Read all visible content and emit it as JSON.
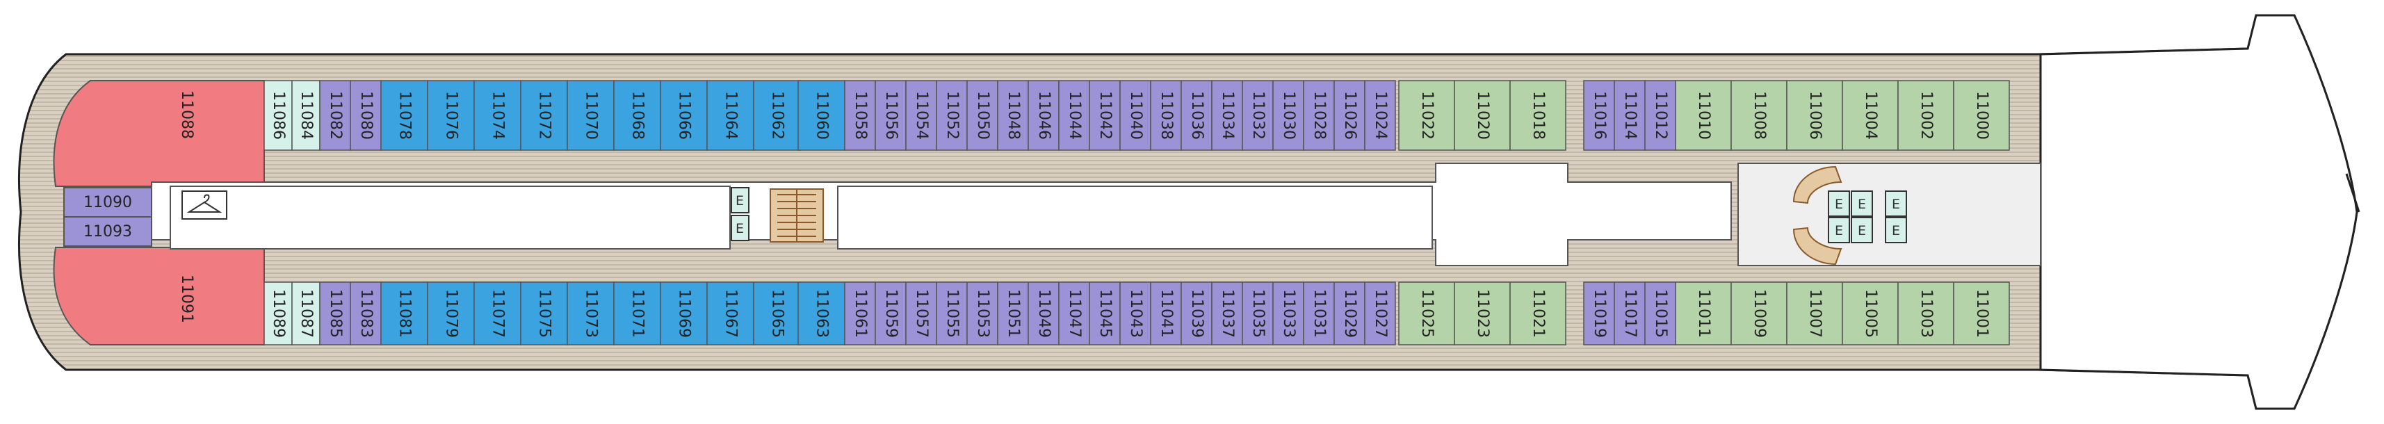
{
  "colors": {
    "cabin_red": "#F07C82",
    "cabin_purple": "#9B93D6",
    "cabin_blue": "#3AA3E0",
    "cabin_green": "#B5D3A8",
    "cabin_teal": "#D6F0EA",
    "deck_wood": "#D9D0C2",
    "corridor": "#FFFFFF",
    "outline": "#333333",
    "structure": "#EFEFEF"
  },
  "icons": [
    "hanger-icon",
    "elevator-icon",
    "staircase-icon",
    "spiral-staircase-icon"
  ],
  "deck": {
    "side_cabins": [
      "11090",
      "11093"
    ],
    "elevator_label": "E",
    "top_cabins": [
      {
        "number": "11088",
        "type": "red"
      },
      {
        "number": "11086",
        "type": "teal"
      },
      {
        "number": "11084",
        "type": "teal"
      },
      {
        "number": "11082",
        "type": "purple"
      },
      {
        "number": "11080",
        "type": "purple"
      },
      {
        "number": "11078",
        "type": "blue"
      },
      {
        "number": "11076",
        "type": "blue"
      },
      {
        "number": "11074",
        "type": "blue"
      },
      {
        "number": "11072",
        "type": "blue"
      },
      {
        "number": "11070",
        "type": "blue"
      },
      {
        "number": "11068",
        "type": "blue"
      },
      {
        "number": "11066",
        "type": "blue"
      },
      {
        "number": "11064",
        "type": "blue"
      },
      {
        "number": "11062",
        "type": "blue"
      },
      {
        "number": "11060",
        "type": "blue"
      },
      {
        "number": "11058",
        "type": "purple"
      },
      {
        "number": "11056",
        "type": "purple"
      },
      {
        "number": "11054",
        "type": "purple"
      },
      {
        "number": "11052",
        "type": "purple"
      },
      {
        "number": "11050",
        "type": "purple"
      },
      {
        "number": "11048",
        "type": "purple"
      },
      {
        "number": "11046",
        "type": "purple"
      },
      {
        "number": "11044",
        "type": "purple"
      },
      {
        "number": "11042",
        "type": "purple"
      },
      {
        "number": "11040",
        "type": "purple"
      },
      {
        "number": "11038",
        "type": "purple"
      },
      {
        "number": "11036",
        "type": "purple"
      },
      {
        "number": "11034",
        "type": "purple"
      },
      {
        "number": "11032",
        "type": "purple"
      },
      {
        "number": "11030",
        "type": "purple"
      },
      {
        "number": "11028",
        "type": "purple"
      },
      {
        "number": "11026",
        "type": "purple"
      },
      {
        "number": "11024",
        "type": "purple"
      },
      {
        "number": "11022",
        "type": "green"
      },
      {
        "number": "11020",
        "type": "green"
      },
      {
        "number": "11018",
        "type": "green"
      },
      {
        "number": "11016",
        "type": "purple"
      },
      {
        "number": "11014",
        "type": "purple"
      },
      {
        "number": "11012",
        "type": "purple"
      },
      {
        "number": "11010",
        "type": "green"
      },
      {
        "number": "11008",
        "type": "green"
      },
      {
        "number": "11006",
        "type": "green"
      },
      {
        "number": "11004",
        "type": "green"
      },
      {
        "number": "11002",
        "type": "green"
      },
      {
        "number": "11000",
        "type": "green"
      }
    ],
    "bottom_cabins": [
      {
        "number": "11091",
        "type": "red"
      },
      {
        "number": "11089",
        "type": "teal"
      },
      {
        "number": "11087",
        "type": "teal"
      },
      {
        "number": "11085",
        "type": "purple"
      },
      {
        "number": "11083",
        "type": "purple"
      },
      {
        "number": "11081",
        "type": "blue"
      },
      {
        "number": "11079",
        "type": "blue"
      },
      {
        "number": "11077",
        "type": "blue"
      },
      {
        "number": "11075",
        "type": "blue"
      },
      {
        "number": "11073",
        "type": "blue"
      },
      {
        "number": "11071",
        "type": "blue"
      },
      {
        "number": "11069",
        "type": "blue"
      },
      {
        "number": "11067",
        "type": "blue"
      },
      {
        "number": "11065",
        "type": "blue"
      },
      {
        "number": "11063",
        "type": "blue"
      },
      {
        "number": "11061",
        "type": "purple"
      },
      {
        "number": "11059",
        "type": "purple"
      },
      {
        "number": "11057",
        "type": "purple"
      },
      {
        "number": "11055",
        "type": "purple"
      },
      {
        "number": "11053",
        "type": "purple"
      },
      {
        "number": "11051",
        "type": "purple"
      },
      {
        "number": "11049",
        "type": "purple"
      },
      {
        "number": "11047",
        "type": "purple"
      },
      {
        "number": "11045",
        "type": "purple"
      },
      {
        "number": "11043",
        "type": "purple"
      },
      {
        "number": "11041",
        "type": "purple"
      },
      {
        "number": "11039",
        "type": "purple"
      },
      {
        "number": "11037",
        "type": "purple"
      },
      {
        "number": "11035",
        "type": "purple"
      },
      {
        "number": "11033",
        "type": "purple"
      },
      {
        "number": "11031",
        "type": "purple"
      },
      {
        "number": "11029",
        "type": "purple"
      },
      {
        "number": "11027",
        "type": "purple"
      },
      {
        "number": "11025",
        "type": "green"
      },
      {
        "number": "11023",
        "type": "green"
      },
      {
        "number": "11021",
        "type": "green"
      },
      {
        "number": "11019",
        "type": "purple"
      },
      {
        "number": "11017",
        "type": "purple"
      },
      {
        "number": "11015",
        "type": "purple"
      },
      {
        "number": "11011",
        "type": "green"
      },
      {
        "number": "11009",
        "type": "green"
      },
      {
        "number": "11007",
        "type": "green"
      },
      {
        "number": "11005",
        "type": "green"
      },
      {
        "number": "11003",
        "type": "green"
      },
      {
        "number": "11001",
        "type": "green"
      }
    ]
  }
}
